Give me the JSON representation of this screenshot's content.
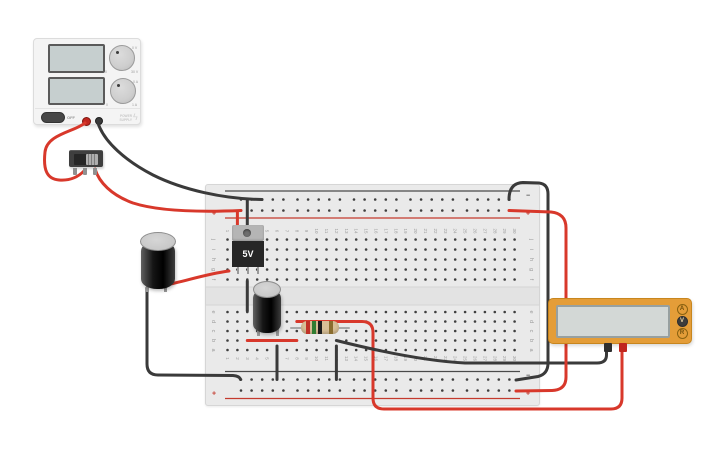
{
  "app": {
    "background": "#ffffff"
  },
  "colors": {
    "wire_red": "#d8382b",
    "wire_black": "#3a3a3a",
    "board": "#eaeaea",
    "board_hole": "#3f3f3f",
    "board_label": "#9b9b9b",
    "rail_dark": "#4a4a4a",
    "rail_red": "#c43a2e",
    "psu_body": "#f4f4f4",
    "psu_display": "#c6cfcf",
    "mm_body": "#e49d38",
    "mm_display": "#d3d8d6",
    "reg_body": "#262626",
    "reg_tab": "#b5b5b5",
    "res_body": "#d8bf96",
    "terminal_red": "#c0261f",
    "terminal_black": "#3a3a3a"
  },
  "power_supply": {
    "power_button_label": "OFF",
    "brand_line1": "POWER",
    "brand_line2": "SUPPLY",
    "bolt_icon": "ϟ",
    "displays": [
      {
        "value": ""
      },
      {
        "value": ""
      }
    ],
    "knobs": [
      {
        "name": "voltage",
        "value_label": "0 V",
        "min_label": "0",
        "max_label": "30 V"
      },
      {
        "name": "current",
        "value_label": "0 A",
        "min_label": "0",
        "max_label": "1 A"
      }
    ],
    "terminals": [
      {
        "name": "positive",
        "color": "#c0261f"
      },
      {
        "name": "negative",
        "color": "#3a3a3a"
      }
    ]
  },
  "slide_switch": {
    "position": "right",
    "pin_count": 3
  },
  "breadboard": {
    "rows_top": [
      "j",
      "i",
      "h",
      "g",
      "f"
    ],
    "rows_bottom": [
      "e",
      "d",
      "c",
      "b",
      "a"
    ],
    "columns": 30,
    "plus": "+",
    "minus": "−"
  },
  "regulator": {
    "label": "5V"
  },
  "resistor": {
    "bands": [
      {
        "name": "red",
        "hex": "#c03227"
      },
      {
        "name": "green",
        "hex": "#2f7d32"
      },
      {
        "name": "black",
        "hex": "#1d1d1d"
      },
      {
        "name": "gold",
        "hex": "#8a6d2f"
      }
    ]
  },
  "capacitors": [
    {
      "name": "capacitor-1"
    },
    {
      "name": "capacitor-2"
    }
  ],
  "multimeter": {
    "display_value": "",
    "modes": [
      {
        "label": "A",
        "selected": false
      },
      {
        "label": "V",
        "selected": true
      },
      {
        "label": "R",
        "selected": false
      }
    ]
  },
  "wires": [
    {
      "name": "wire-psu-to-switch",
      "color": "red"
    },
    {
      "name": "wire-switch-to-plus-rail",
      "color": "red"
    },
    {
      "name": "wire-psu-to-minus-rail",
      "color": "black"
    },
    {
      "name": "wire-plus-rail-to-regulator-in",
      "color": "red"
    },
    {
      "name": "wire-minus-rail-to-regulator-gnd",
      "color": "black"
    },
    {
      "name": "wire-gnd-bridge",
      "color": "black"
    },
    {
      "name": "wire-cap1-to-board",
      "color": "red"
    },
    {
      "name": "wire-cap1-to-bottom-minus",
      "color": "black"
    },
    {
      "name": "wire-row-b",
      "color": "red"
    },
    {
      "name": "wire-board-to-multimeter-red",
      "color": "red"
    },
    {
      "name": "wire-board-to-multimeter-black",
      "color": "black"
    },
    {
      "name": "wire-minus-rail-link",
      "color": "black"
    },
    {
      "name": "wire-plus-rail-link",
      "color": "red"
    },
    {
      "name": "wire-col6-to-minus",
      "color": "black"
    },
    {
      "name": "wire-col12-to-minus",
      "color": "black"
    }
  ]
}
